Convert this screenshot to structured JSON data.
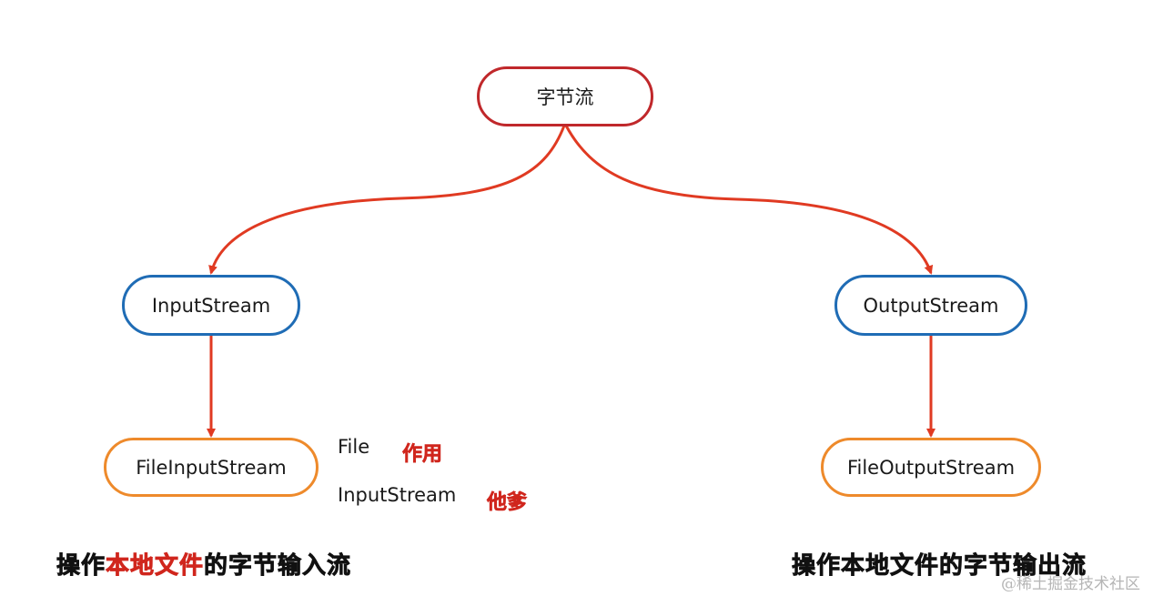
{
  "nodes": {
    "root": "字节流",
    "input": "InputStream",
    "output": "OutputStream",
    "file_input": "FileInputStream",
    "file_output": "FileOutputStream"
  },
  "annotations": {
    "file": "File",
    "file_meaning": "作用",
    "input_stream": "InputStream",
    "input_stream_meaning": "他爹"
  },
  "captions": {
    "left_prefix": "操作",
    "left_highlight": "本地文件",
    "left_suffix": "的字节输入流",
    "right": "操作本地文件的字节输出流"
  },
  "watermark": "@稀土掘金技术社区",
  "colors": {
    "root_border": "#c0282b",
    "level1_border": "#1f6cb5",
    "level2_border": "#ee8a2b",
    "arrow": "#e03a22",
    "highlight_text": "#d0261d"
  }
}
